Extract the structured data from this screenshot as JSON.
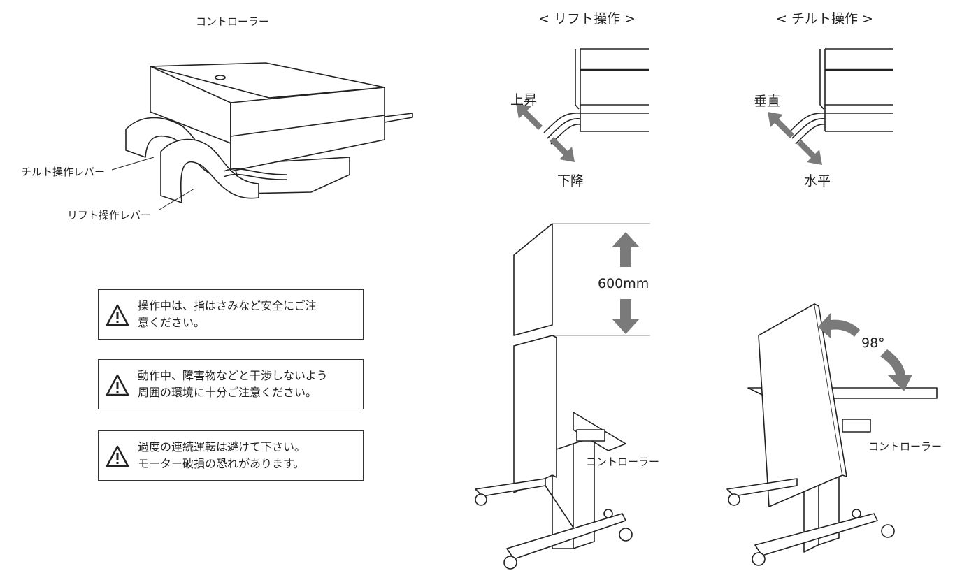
{
  "labels": {
    "controller_top": "コントローラー",
    "tilt_lever": "チルト操作レバー",
    "lift_lever": "リフト操作レバー",
    "lift_op": "< リフト操作 >",
    "tilt_op": "< チルト操作 >",
    "up": "上昇",
    "down": "下降",
    "vertical": "垂直",
    "horizontal": "水平",
    "lift_height": "600mm",
    "tilt_angle": "98°",
    "controller_left": "コントローラー",
    "controller_right": "コントローラー"
  },
  "warnings": [
    {
      "line1": "操作中は、指はさみなど安全にご注",
      "line2": "意ください。"
    },
    {
      "line1": "動作中、障害物などと干渉しないよう",
      "line2": "周囲の環境に十分ご注意ください。"
    },
    {
      "line1": "過度の連続運転は避けて下さい。",
      "line2": "モーター破損の恐れがあります。"
    }
  ],
  "colors": {
    "arrow": "#7a7a7a",
    "line": "#222222",
    "panel": "#ffffff"
  }
}
